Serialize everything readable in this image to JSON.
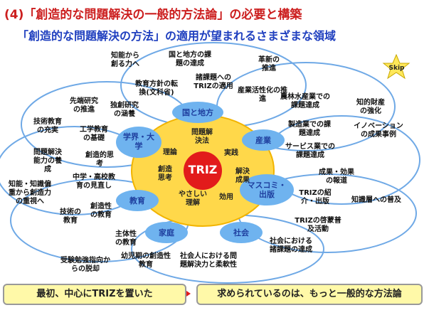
{
  "title": "(4)「創造的な問題解決の一般的方法論」の必要と構築",
  "subtitle": "「創造的な問題解決の方法」の適用が望まれるさまざまな領域",
  "skip_label": "Skip",
  "center": "TRIZ",
  "inner_ring": [
    "問題解決法",
    "実践",
    "解決成果",
    "効用",
    "やさしい理解",
    "創造思考",
    "理論"
  ],
  "categories": {
    "country": "国と地方",
    "academia": "学界・大学",
    "industry": "産業",
    "education": "教育",
    "home": "家庭",
    "society": "社会",
    "media": "マスコミ・出版"
  },
  "areas": {
    "a1": "知能から創る力へ",
    "a2": "国と地方の課題の達成",
    "a3": "革新の推進",
    "a4": "教育方針の転換(文科省)",
    "a5": "諸課題へのTRIZの適用",
    "a6": "産業活性化の推進",
    "a7": "先端研究の推進",
    "a8": "独創研究の涵養",
    "a9": "農林水産業での課題達成",
    "a10": "知的財産の強化",
    "a11": "技術教育の充実",
    "a12": "工学教育の基礎",
    "a13": "製造業での課題達成",
    "a14": "イノベーションの成果事例",
    "a15": "問題解決能力の養成",
    "a16": "創造的思考",
    "a17": "サービス業での課題達成",
    "a18": "中学・高校教育の見直し",
    "a19": "成果・効果の報道",
    "a20": "知能・知識偏重から創造力の重視へ",
    "a21": "技術の教育",
    "a22": "創造性の教育",
    "a23": "TRIZの紹介・出版",
    "a24": "知識層への普及",
    "a25": "主体性の教育",
    "a26": "TRIZの啓蒙普及活動",
    "a27": "社会における諸課題の達成",
    "a28": "受験勉強指向からの脱却",
    "a29": "幼児期の創造性教育",
    "a30": "社会人における問題解決力と柔軟性"
  },
  "bottom": {
    "left": "最初、中心にTRIZを置いた",
    "right": "求められているのは、もっと一般的な方法論"
  }
}
